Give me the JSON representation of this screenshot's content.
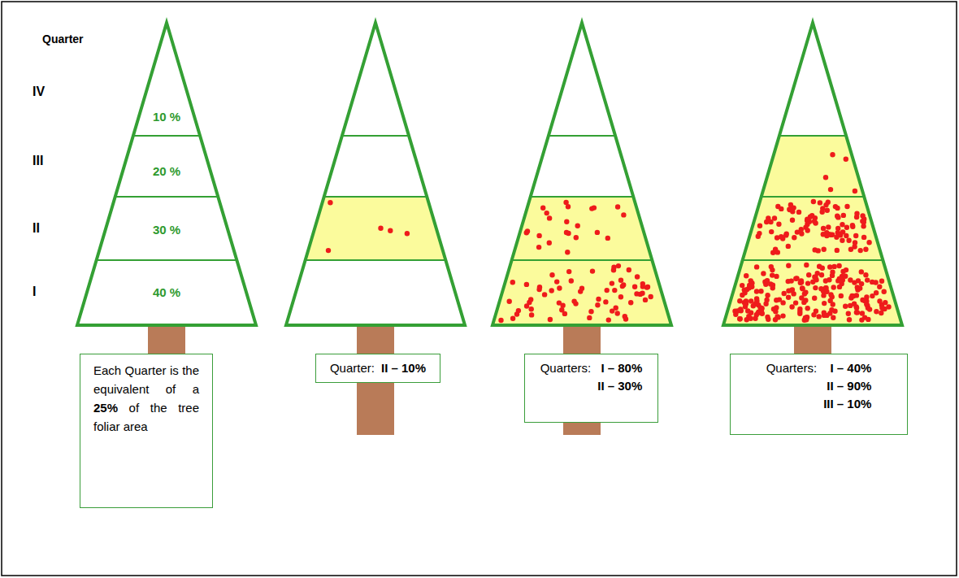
{
  "diagram": {
    "nodes": [
      {
        "text": [
          "Each Quarter is the equivalent of a 25% of the tree foliar area"
        ]
      },
      {
        "text": [
          "Quarter:",
          "II – 10%"
        ]
      },
      {
        "text": [
          "Quarters:",
          "I – 80%",
          "II – 30%"
        ]
      },
      {
        "text": [
          "Quarters:",
          "I – 40%",
          "II – 90%",
          "III – 10%"
        ]
      }
    ],
    "labels": [
      "Quarter",
      "IV",
      "III",
      "II",
      "I",
      "10 %",
      "20 %",
      "30 %",
      "40 %"
    ]
  }
}
